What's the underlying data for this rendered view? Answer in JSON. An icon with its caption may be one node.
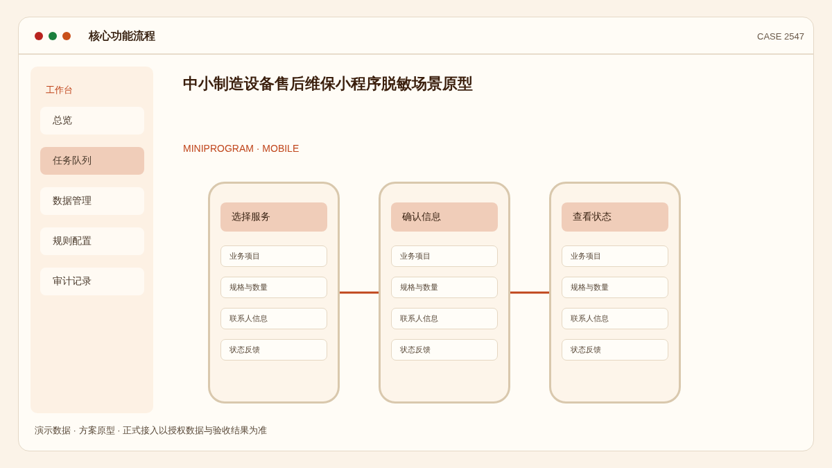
{
  "diagram": {
    "title": "中小制造设备售后维保小程序脱敏场景原型",
    "caption": "演示数据 · 方案原型 · 正式接入以授权数据与验收结果为准",
    "nodes": [
      {
        "text": [
          "工作台"
        ]
      },
      {
        "text": [
          "总览"
        ],
        "in": 0
      },
      {
        "text": [
          "任务队列"
        ],
        "in": 0
      },
      {
        "text": [
          "数据管理"
        ],
        "in": 0
      },
      {
        "text": [
          "规则配置"
        ],
        "in": 0
      },
      {
        "text": [
          "审计记录"
        ],
        "in": 0
      },
      {
        "text": [],
        "shape": "phone"
      },
      {
        "text": [
          "选择服务"
        ],
        "in": 6
      },
      {
        "text": [
          "业务项目"
        ],
        "in": 6
      },
      {
        "text": [
          "规格与数量"
        ],
        "in": 6
      },
      {
        "text": [
          "联系人信息"
        ],
        "in": 6
      },
      {
        "text": [
          "状态反馈"
        ],
        "in": 6
      },
      {
        "text": [],
        "shape": "phone"
      },
      {
        "text": [
          "确认信息"
        ],
        "in": 12
      },
      {
        "text": [
          "业务项目"
        ],
        "in": 12
      },
      {
        "text": [
          "规格与数量"
        ],
        "in": 12
      },
      {
        "text": [
          "联系人信息"
        ],
        "in": 12
      },
      {
        "text": [
          "状态反馈"
        ],
        "in": 12
      },
      {
        "text": [],
        "shape": "phone"
      },
      {
        "text": [
          "查看状态"
        ],
        "in": 18
      },
      {
        "text": [
          "业务项目"
        ],
        "in": 18
      },
      {
        "text": [
          "规格与数量"
        ],
        "in": 18
      },
      {
        "text": [
          "联系人信息"
        ],
        "in": 18
      },
      {
        "text": [
          "状态反馈"
        ],
        "in": 18
      }
    ],
    "edges": [
      {
        "from": 6,
        "to": 12,
        "arrow": "none"
      },
      {
        "from": 12,
        "to": 18,
        "arrow": "none"
      }
    ],
    "labels": [
      "核心功能流程",
      "CASE 2547",
      "MINIPROGRAM · MOBILE"
    ]
  }
}
